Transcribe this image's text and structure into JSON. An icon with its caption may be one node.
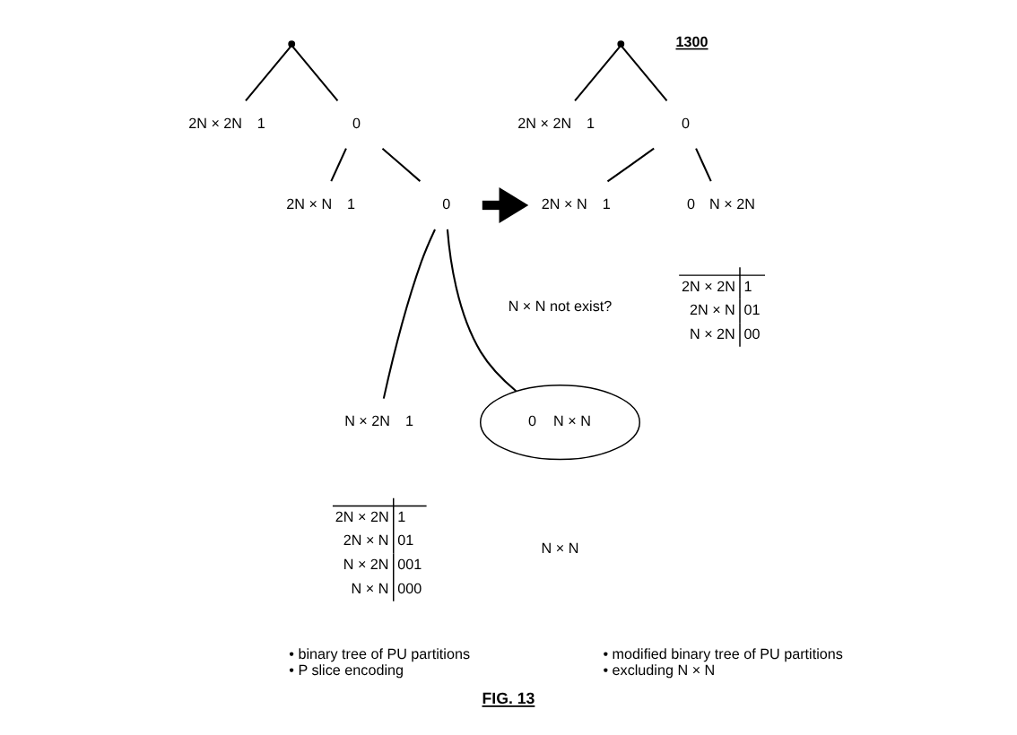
{
  "diagram": {
    "caption": "FIG. 13",
    "nodes": [
      {
        "text": [],
        "shape": "point"
      },
      {
        "text": [
          "1"
        ],
        "beside": [
          "2N × 2N"
        ]
      },
      {
        "text": [
          "0"
        ]
      },
      {
        "text": [
          "1"
        ],
        "beside": [
          "2N × N"
        ]
      },
      {
        "text": [
          "0"
        ]
      },
      {
        "text": [
          "1"
        ],
        "beside": [
          "N × 2N"
        ]
      },
      {
        "text": [
          "0",
          "N × N"
        ]
      },
      {
        "text": [],
        "shape": "point"
      },
      {
        "text": [
          "1"
        ],
        "beside": [
          "2N × 2N"
        ]
      },
      {
        "text": [
          "0"
        ]
      },
      {
        "text": [
          "1"
        ],
        "beside": [
          "2N × N"
        ]
      },
      {
        "text": [
          "0"
        ],
        "beside": [
          "N × 2N"
        ]
      }
    ],
    "edges": [
      {
        "from": 0,
        "to": 1,
        "arrow": "none"
      },
      {
        "from": 0,
        "to": 2,
        "arrow": "none"
      },
      {
        "from": 2,
        "to": 3,
        "arrow": "none"
      },
      {
        "from": 2,
        "to": 4,
        "arrow": "none"
      },
      {
        "from": 4,
        "to": 5,
        "arrow": "none"
      },
      {
        "from": 4,
        "to": 6,
        "arrow": "none"
      },
      {
        "from": 7,
        "to": 8,
        "arrow": "none"
      },
      {
        "from": 7,
        "to": 9,
        "arrow": "none"
      },
      {
        "from": 9,
        "to": 10,
        "arrow": "none"
      },
      {
        "from": 9,
        "to": 11,
        "arrow": "none"
      },
      {
        "from": 4,
        "to": 10,
        "arrow": "to",
        "style": "thick"
      }
    ],
    "labels": [
      "1300",
      "N × N not exist?",
      "2N × 2N",
      "1",
      "2N × N",
      "01",
      "N × 2N",
      "001",
      "N × N",
      "000",
      "N × N",
      "• binary tree of PU partitions",
      "• P slice encoding",
      "2N × 2N",
      "1",
      "2N × N",
      "01",
      "N × 2N",
      "00",
      "• modified binary tree of PU partitions",
      "• excluding N × N"
    ]
  }
}
